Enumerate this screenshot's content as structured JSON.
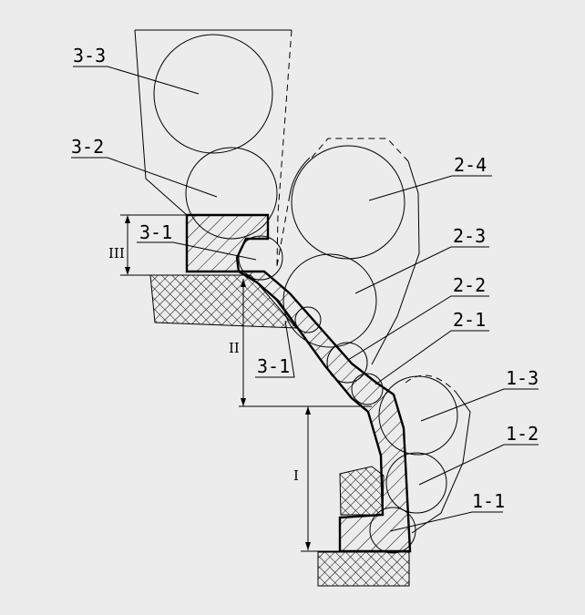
{
  "labels": {
    "l33": "3-3",
    "l32": "3-2",
    "l31a": "3-1",
    "l31b": "3-1",
    "l24": "2-4",
    "l23": "2-3",
    "l22": "2-2",
    "l21": "2-1",
    "l13": "1-3",
    "l12": "1-2",
    "l11": "1-1"
  },
  "dimensions": {
    "zone1": "I",
    "zone2": "II",
    "zone3": "III"
  },
  "colors": {
    "background": "#ececec",
    "line": "#000000"
  }
}
